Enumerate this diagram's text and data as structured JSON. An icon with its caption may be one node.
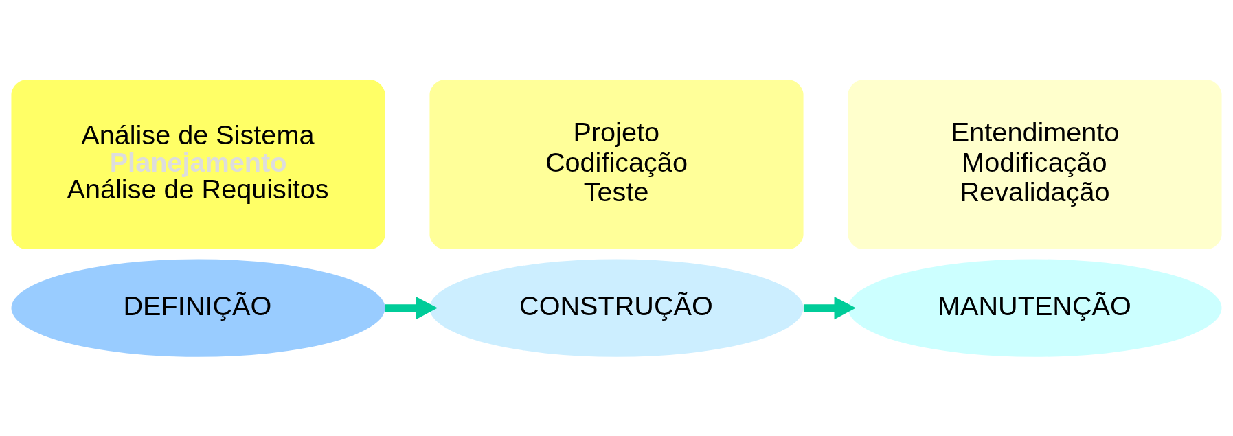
{
  "diagram": {
    "nodes": [
      {
        "text": [
          "Análise de Sistema",
          "Planejamento",
          "Análise de Requisitos"
        ]
      },
      {
        "text": [
          "Projeto",
          "Codificação",
          "Teste"
        ]
      },
      {
        "text": [
          "Entendimento",
          "Modificação",
          "Revalidação"
        ]
      },
      {
        "text": [
          "DEFINIÇÃO"
        ]
      },
      {
        "text": [
          "CONSTRUÇÃO"
        ]
      },
      {
        "text": [
          "MANUTENÇÃO"
        ]
      }
    ],
    "edges": [
      {
        "from": 3,
        "to": 4,
        "arrow": "to"
      },
      {
        "from": 4,
        "to": 5,
        "arrow": "to"
      }
    ]
  }
}
